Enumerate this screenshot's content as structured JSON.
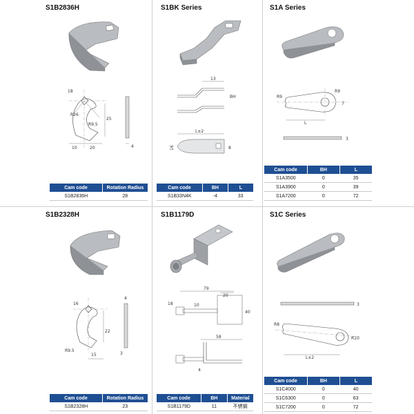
{
  "panels": [
    {
      "title": "S1B2836H",
      "dims": [
        "18",
        "R26",
        "R9.5",
        "25",
        "10",
        "20",
        "4"
      ],
      "table": {
        "headers": [
          "Cam code",
          "Rotation Radius"
        ],
        "rows": [
          [
            "S1B2836H",
            "28"
          ]
        ]
      }
    },
    {
      "title": "S1BK Series",
      "dims": [
        "13",
        "L±2",
        "16",
        "BH",
        "8"
      ],
      "table": {
        "headers": [
          "Cam code",
          "BH",
          "L"
        ],
        "rows": [
          [
            "S1B33N4K",
            "-4",
            "33"
          ]
        ]
      }
    },
    {
      "title": "S1A Series",
      "dims": [
        "R9",
        "R9",
        "L",
        "3",
        "7"
      ],
      "table": {
        "headers": [
          "Cam code",
          "BH",
          "L"
        ],
        "rows": [
          [
            "S1A3500",
            "0",
            "35"
          ],
          [
            "S1A3900",
            "0",
            "39"
          ],
          [
            "S1A7200",
            "0",
            "72"
          ]
        ]
      }
    },
    {
      "title": "S1B2328H",
      "dims": [
        "16",
        "R9.5",
        "22",
        "15",
        "3",
        "4"
      ],
      "table": {
        "headers": [
          "Cam code",
          "Rotation Radius"
        ],
        "rows": [
          [
            "S1B2328H",
            "23"
          ]
        ]
      }
    },
    {
      "title": "S1B1179D",
      "dims": [
        "79",
        "20",
        "18",
        "10",
        "40",
        "58",
        "4"
      ],
      "table": {
        "headers": [
          "Cam code",
          "BH",
          "Material"
        ],
        "rows": [
          [
            "S1B1179D",
            "11",
            "不锈钢"
          ]
        ]
      }
    },
    {
      "title": "S1C Series",
      "dims": [
        "R8",
        "L±2",
        "R10",
        "3"
      ],
      "table": {
        "headers": [
          "Cam code",
          "BH",
          "L"
        ],
        "rows": [
          [
            "S1C4000",
            "0",
            "40"
          ],
          [
            "S1C6300",
            "0",
            "63"
          ],
          [
            "S1C7200",
            "0",
            "72"
          ]
        ]
      }
    }
  ]
}
